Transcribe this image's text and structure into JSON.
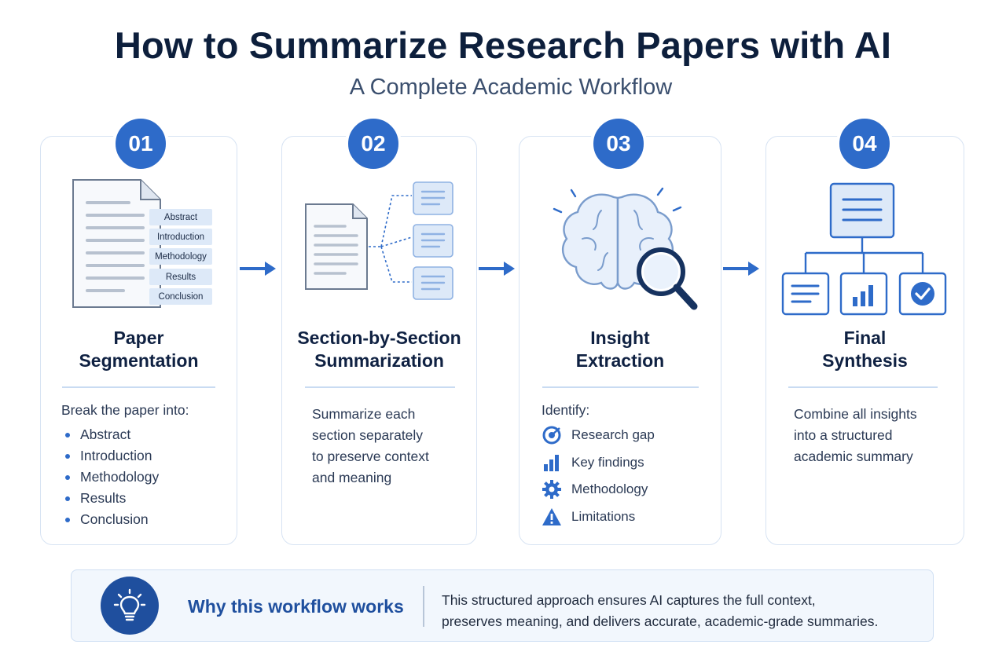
{
  "title": "How to Summarize Research Papers with AI",
  "subtitle": "A Complete Academic Workflow",
  "steps": [
    {
      "number": "01",
      "title_line1": "Paper",
      "title_line2": "Segmentation",
      "intro": "Break the paper into:",
      "bullets": [
        "Abstract",
        "Introduction",
        "Methodology",
        "Results",
        "Conclusion"
      ],
      "doc_tags": [
        "Abstract",
        "Introduction",
        "Methodology",
        "Results",
        "Conclusion"
      ]
    },
    {
      "number": "02",
      "title_line1": "Section-by-Section",
      "title_line2": "Summarization",
      "body_lines": [
        "Summarize each",
        "section separately",
        "to preserve context",
        "and meaning"
      ]
    },
    {
      "number": "03",
      "title_line1": "Insight",
      "title_line2": "Extraction",
      "intro": "Identify:",
      "items": [
        {
          "label": "Research gap",
          "icon": "target-icon"
        },
        {
          "label": "Key findings",
          "icon": "bar-chart-icon"
        },
        {
          "label": "Methodology",
          "icon": "gear-icon"
        },
        {
          "label": "Limitations",
          "icon": "warning-icon"
        }
      ]
    },
    {
      "number": "04",
      "title_line1": "Final",
      "title_line2": "Synthesis",
      "body_lines": [
        "Combine all insights",
        "into a structured",
        "academic summary"
      ]
    }
  ],
  "footer": {
    "heading": "Why this workflow works",
    "body_line1": "This structured approach ensures AI captures the full context,",
    "body_line2": "preserves meaning, and delivers accurate, academic-grade summaries.",
    "icon": "lightbulb-icon"
  },
  "colors": {
    "accent": "#2e6bc9",
    "dark_accent": "#1f4f9e",
    "title": "#0d1f3c",
    "card_border": "#d7e3f3",
    "light_fill": "#dde9f8"
  }
}
